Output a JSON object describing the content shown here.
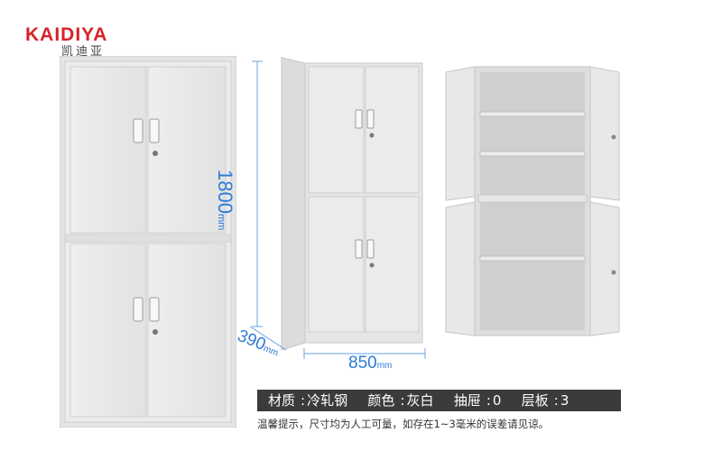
{
  "brand": {
    "name_en": "KAIDIYA",
    "name_cn": "凯迪亚",
    "color": "#d8232a"
  },
  "dimensions": {
    "height_value": "1800",
    "height_unit": "mm",
    "depth_value": "390",
    "depth_unit": "mm",
    "width_value": "850",
    "width_unit": "mm",
    "color": "#2f7cd6"
  },
  "specs": [
    {
      "label": "材质",
      "value": "冷轧钢"
    },
    {
      "label": "颜色",
      "value": "灰白"
    },
    {
      "label": "抽屉",
      "value": "0"
    },
    {
      "label": "层板",
      "value": "3"
    }
  ],
  "note": "温馨提示，尺寸均为人工可量，如存在1~3毫米的误差请见谅。",
  "product_images": [
    "front-view-cabinet",
    "side-perspective-cabinet",
    "open-doors-cabinet"
  ]
}
